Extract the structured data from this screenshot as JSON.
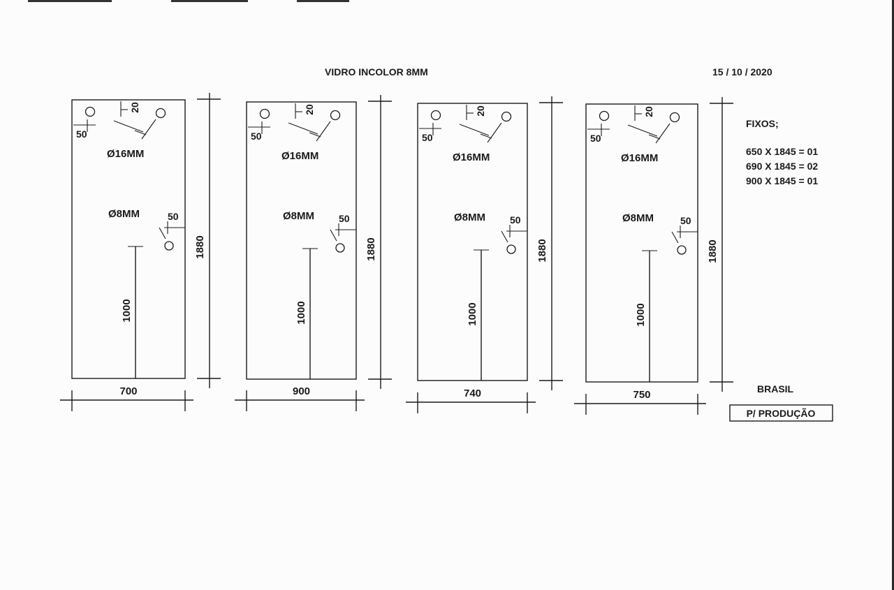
{
  "header": {
    "title": "VIDRO INCOLOR  8MM",
    "date": "15 / 10 / 2020"
  },
  "panels": [
    {
      "width": "700",
      "height": "1880",
      "offset_top": "20",
      "offset_side": "50",
      "hole_large": "Ø16MM",
      "hole_small": "Ø8MM",
      "offset_small": "50",
      "handle_height": "1000"
    },
    {
      "width": "900",
      "height": "1880",
      "offset_top": "20",
      "offset_side": "50",
      "hole_large": "Ø16MM",
      "hole_small": "Ø8MM",
      "offset_small": "50",
      "handle_height": "1000"
    },
    {
      "width": "740",
      "height": "1880",
      "offset_top": "20",
      "offset_side": "50",
      "hole_large": "Ø16MM",
      "hole_small": "Ø8MM",
      "offset_small": "50",
      "handle_height": "1000"
    },
    {
      "width": "750",
      "height": "1880",
      "offset_top": "20",
      "offset_side": "50",
      "hole_large": "Ø16MM",
      "hole_small": "Ø8MM",
      "offset_small": "50",
      "handle_height": "1000"
    }
  ],
  "notes": {
    "heading": "FIXOS;",
    "lines": [
      "650 X 1845 = 01",
      "690 X 1845 = 02",
      "900 X 1845 = 01"
    ],
    "brand": "BRASIL",
    "stamp": "P/ PRODUÇÃO"
  },
  "colors": {
    "ink": "#1a1a1a",
    "paper": "#fcfcfc"
  }
}
